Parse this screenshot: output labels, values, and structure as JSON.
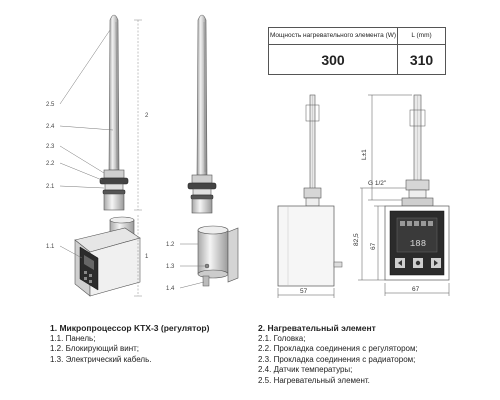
{
  "table": {
    "header_power": "Мощность нагревательного элемента (W)",
    "header_length": "L (mm)",
    "power": "300",
    "length": "310"
  },
  "callouts_left": [
    "2.5",
    "2.4",
    "2.3",
    "2.2",
    "2.1",
    "1.1"
  ],
  "callout_2": "2",
  "callout_1": "1",
  "callouts_mid": [
    "1.2",
    "1.3",
    "1.4"
  ],
  "dims": {
    "L": "L±1",
    "thread": "G 1/2\"",
    "h825": "82,5",
    "h67": "67",
    "w57": "57",
    "w67": "67"
  },
  "display_reading": "188",
  "legend1": {
    "title": "1. Микропроцессор KTX-3 (регулятор)",
    "items": [
      "1.1. Панель;",
      "1.2. Блокирующий винт;",
      "1.3. Электрический кабель."
    ]
  },
  "legend2": {
    "title": "2. Нагревательный элемент",
    "items": [
      "2.1. Головка;",
      "2.2. Прокладка соединения с регулятором;",
      "2.3. Прокладка соединения с радиатором;",
      "2.4. Датчик температуры;",
      "2.5. Нагревательный элемент."
    ]
  },
  "colors": {
    "line": "#555555",
    "metal": "#d9d9d9",
    "dark": "#333333",
    "panel": "#2b2b2b"
  }
}
